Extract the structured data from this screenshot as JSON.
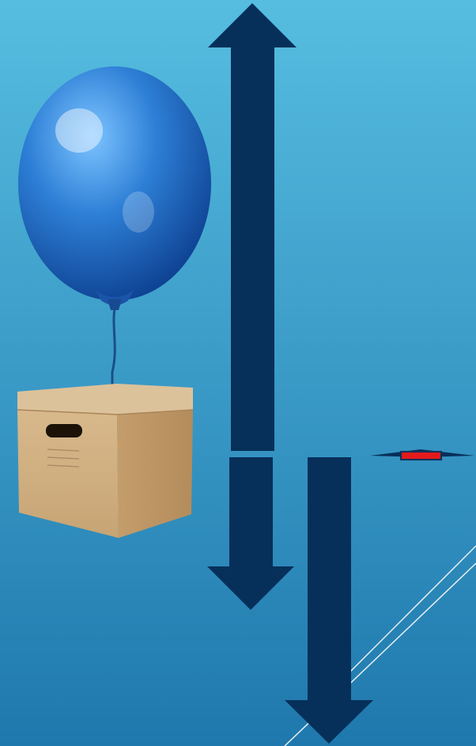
{
  "slide": {
    "colors": {
      "background_top": "#56bde0",
      "background_bottom": "#1f78ad",
      "arrow": "#06305a",
      "balloon": "#2d7fd6",
      "box": "#cfae80",
      "marker": "#e21b1b",
      "accent_line": "#ffffff"
    }
  },
  "diagram": {
    "objects": [
      {
        "name": "balloon",
        "icon": "balloon-icon"
      },
      {
        "name": "cardboard-box",
        "icon": "box-icon"
      }
    ],
    "arrows": [
      {
        "name": "upward-force-arrow",
        "direction": "up",
        "relative_length": "long"
      },
      {
        "name": "downward-force-arrow-short",
        "direction": "down",
        "relative_length": "short"
      },
      {
        "name": "downward-force-arrow-long",
        "direction": "down",
        "relative_length": "long"
      }
    ],
    "marker": {
      "name": "small-balance-marker",
      "icon": "balance-marker-icon"
    }
  }
}
